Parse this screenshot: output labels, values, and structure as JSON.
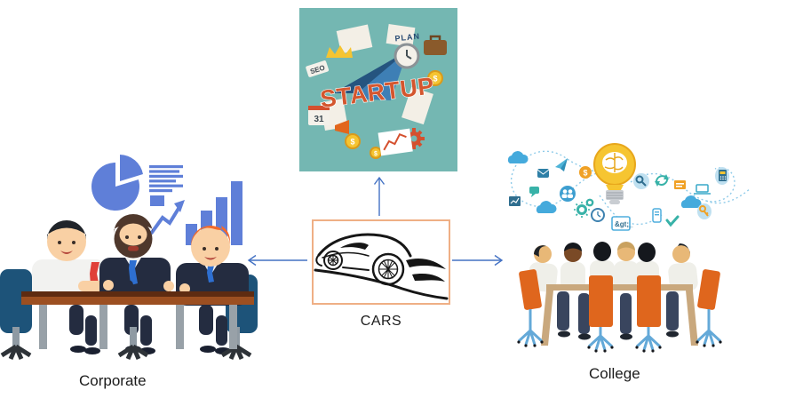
{
  "labels": {
    "center_box": "CARS",
    "left_group": "Corporate",
    "right_group": "College"
  },
  "startup_collage": {
    "title": "STARTUP",
    "plan_text": "PLAN",
    "seo_text": "SEO",
    "calendar_day": "31",
    "dollar_symbol": "$",
    "background_color": "#74B7B2",
    "title_color": "#D4562E"
  },
  "cars_box": {
    "border_color": "#EFAF85",
    "illustration": "car-line-sketch"
  },
  "arrows": {
    "color": "#4472C4",
    "list": [
      "center-to-startup-up",
      "center-to-corporate-left",
      "center-to-college-right"
    ]
  },
  "corporate_illustration": {
    "chart_color": "#5F7FD8",
    "depicts": "three businesspeople at meeting table with charts",
    "icons": [
      "pie-chart",
      "document-lines",
      "trend-arrow",
      "bar-chart"
    ]
  },
  "college_illustration": {
    "terminal_glyph": "&gt;_",
    "dollar_symbol": "$",
    "depicts": "six students around table below idea lightbulb icon network",
    "icons": [
      "cloud",
      "mail",
      "paper-plane",
      "dollar-coin",
      "chart-board",
      "speech-bubble",
      "users",
      "gears",
      "clock",
      "terminal",
      "magnifier",
      "sync",
      "folder",
      "phone",
      "checkmark",
      "key",
      "laptop",
      "calculator",
      "lightbulb-brain"
    ]
  }
}
